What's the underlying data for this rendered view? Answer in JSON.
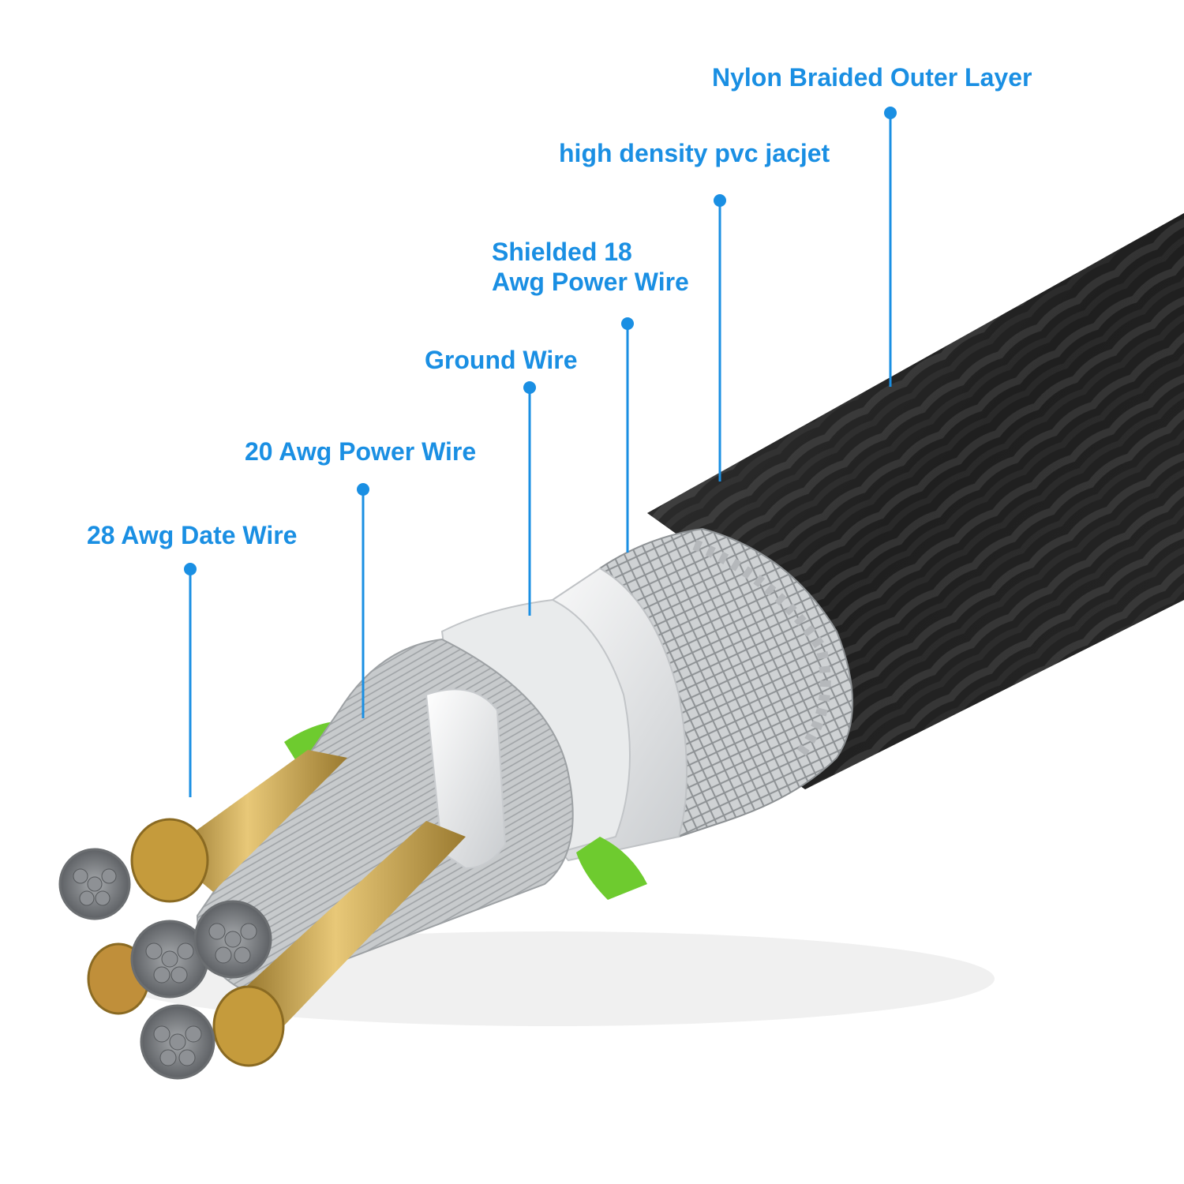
{
  "colors": {
    "accent": "#1a8fe3",
    "braid_dark": "#2a2a2a",
    "shield_silver": "#d9dbdd",
    "gold_wire": "#c9a24a",
    "green_wire": "#6ecb2f",
    "white_wire": "#f4f4f4"
  },
  "callouts": [
    {
      "label": "Nylon Braided Outer Layer"
    },
    {
      "label": "high density pvc jacjet"
    },
    {
      "label": "Shielded 18",
      "label2": "Awg Power Wire"
    },
    {
      "label": "Ground Wire"
    },
    {
      "label": "20 Awg Power Wire"
    },
    {
      "label": "28 Awg Date Wire"
    }
  ],
  "illustration": {
    "subject": "cable-cross-section",
    "icon": "braided-cable-icon"
  }
}
